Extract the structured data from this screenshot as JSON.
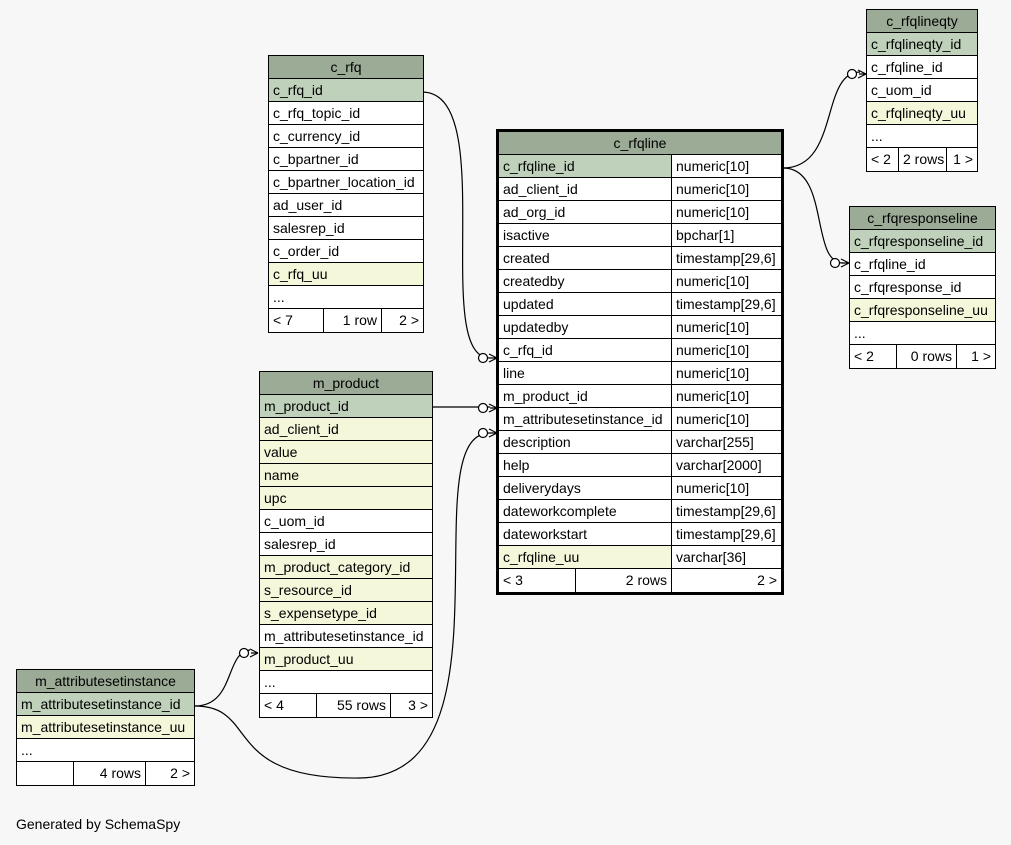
{
  "diagram": {
    "generated_by": "Generated by SchemaSpy",
    "tables": {
      "c_rfq": {
        "title": "c_rfq",
        "columns": [
          {
            "name": "c_rfq_id",
            "kind": "pk"
          },
          {
            "name": "c_rfq_topic_id",
            "kind": ""
          },
          {
            "name": "c_currency_id",
            "kind": ""
          },
          {
            "name": "c_bpartner_id",
            "kind": ""
          },
          {
            "name": "c_bpartner_location_id",
            "kind": ""
          },
          {
            "name": "ad_user_id",
            "kind": ""
          },
          {
            "name": "salesrep_id",
            "kind": ""
          },
          {
            "name": "c_order_id",
            "kind": ""
          },
          {
            "name": "c_rfq_uu",
            "kind": "idx"
          },
          {
            "name": "...",
            "kind": ""
          }
        ],
        "footer": [
          "< 7",
          "1 row",
          "2 >"
        ]
      },
      "c_rfqline": {
        "title": "c_rfqline",
        "columns": [
          {
            "name": "c_rfqline_id",
            "type": "numeric[10]",
            "kind": "pk"
          },
          {
            "name": "ad_client_id",
            "type": "numeric[10]",
            "kind": ""
          },
          {
            "name": "ad_org_id",
            "type": "numeric[10]",
            "kind": ""
          },
          {
            "name": "isactive",
            "type": "bpchar[1]",
            "kind": ""
          },
          {
            "name": "created",
            "type": "timestamp[29,6]",
            "kind": ""
          },
          {
            "name": "createdby",
            "type": "numeric[10]",
            "kind": ""
          },
          {
            "name": "updated",
            "type": "timestamp[29,6]",
            "kind": ""
          },
          {
            "name": "updatedby",
            "type": "numeric[10]",
            "kind": ""
          },
          {
            "name": "c_rfq_id",
            "type": "numeric[10]",
            "kind": ""
          },
          {
            "name": "line",
            "type": "numeric[10]",
            "kind": ""
          },
          {
            "name": "m_product_id",
            "type": "numeric[10]",
            "kind": ""
          },
          {
            "name": "m_attributesetinstance_id",
            "type": "numeric[10]",
            "kind": ""
          },
          {
            "name": "description",
            "type": "varchar[255]",
            "kind": ""
          },
          {
            "name": "help",
            "type": "varchar[2000]",
            "kind": ""
          },
          {
            "name": "deliverydays",
            "type": "numeric[10]",
            "kind": ""
          },
          {
            "name": "dateworkcomplete",
            "type": "timestamp[29,6]",
            "kind": ""
          },
          {
            "name": "dateworkstart",
            "type": "timestamp[29,6]",
            "kind": ""
          },
          {
            "name": "c_rfqline_uu",
            "type": "varchar[36]",
            "kind": "idx"
          }
        ],
        "footer": [
          "< 3",
          "2 rows",
          "2 >"
        ]
      },
      "m_product": {
        "title": "m_product",
        "columns": [
          {
            "name": "m_product_id",
            "kind": "pk"
          },
          {
            "name": "ad_client_id",
            "kind": "idx"
          },
          {
            "name": "value",
            "kind": "idx"
          },
          {
            "name": "name",
            "kind": "idx"
          },
          {
            "name": "upc",
            "kind": "idx"
          },
          {
            "name": "c_uom_id",
            "kind": ""
          },
          {
            "name": "salesrep_id",
            "kind": ""
          },
          {
            "name": "m_product_category_id",
            "kind": "idx"
          },
          {
            "name": "s_resource_id",
            "kind": "idx"
          },
          {
            "name": "s_expensetype_id",
            "kind": "idx"
          },
          {
            "name": "m_attributesetinstance_id",
            "kind": ""
          },
          {
            "name": "m_product_uu",
            "kind": "idx"
          },
          {
            "name": "...",
            "kind": ""
          }
        ],
        "footer": [
          "< 4",
          "55 rows",
          "3 >"
        ]
      },
      "m_attributesetinstance": {
        "title": "m_attributesetinstance",
        "columns": [
          {
            "name": "m_attributesetinstance_id",
            "kind": "pk"
          },
          {
            "name": "m_attributesetinstance_uu",
            "kind": "idx"
          },
          {
            "name": "...",
            "kind": ""
          }
        ],
        "footer": [
          "",
          "4 rows",
          "2 >"
        ]
      },
      "c_rfqlineqty": {
        "title": "c_rfqlineqty",
        "columns": [
          {
            "name": "c_rfqlineqty_id",
            "kind": "pk"
          },
          {
            "name": "c_rfqline_id",
            "kind": ""
          },
          {
            "name": "c_uom_id",
            "kind": ""
          },
          {
            "name": "c_rfqlineqty_uu",
            "kind": "idx"
          },
          {
            "name": "...",
            "kind": ""
          }
        ],
        "footer": [
          "< 2",
          "2 rows",
          "1 >"
        ]
      },
      "c_rfqresponseline": {
        "title": "c_rfqresponseline",
        "columns": [
          {
            "name": "c_rfqresponseline_id",
            "kind": "pk"
          },
          {
            "name": "c_rfqline_id",
            "kind": ""
          },
          {
            "name": "c_rfqresponse_id",
            "kind": ""
          },
          {
            "name": "c_rfqresponseline_uu",
            "kind": "idx"
          },
          {
            "name": "...",
            "kind": ""
          }
        ],
        "footer": [
          "< 2",
          "0 rows",
          "1 >"
        ]
      }
    },
    "colors": {
      "background": "#f7f7f7",
      "header": "#9bab96",
      "primary_key": "#bfd1bb",
      "indexed": "#f4f7da",
      "line": "#000000"
    }
  }
}
